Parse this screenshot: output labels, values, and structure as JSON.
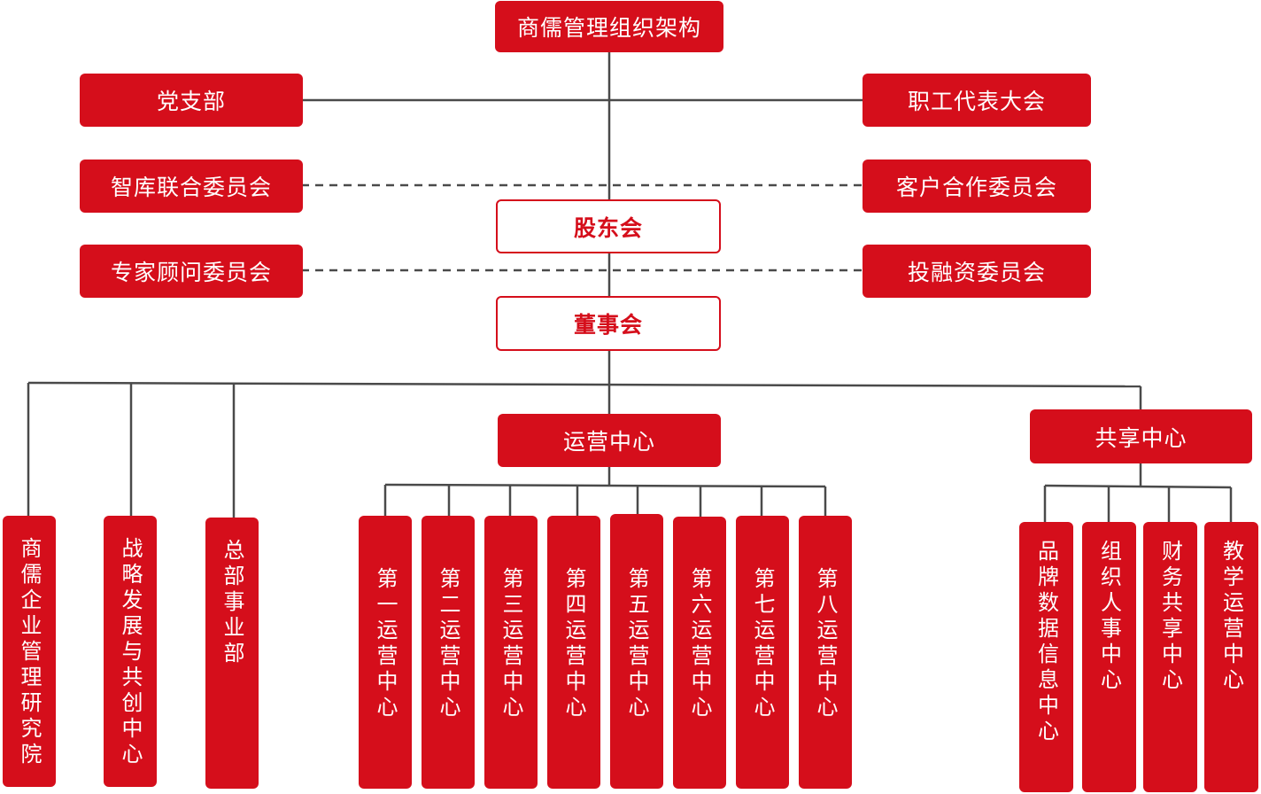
{
  "title": "商儒管理组织架构",
  "party_branch": "党支部",
  "staff_congress": "职工代表大会",
  "think_tank_committee": "智库联合委员会",
  "client_coop_committee": "客户合作委员会",
  "shareholders": "股东会",
  "expert_committee": "专家顾问委员会",
  "investment_committee": "投融资委员会",
  "board": "董事会",
  "ops_center": "运营中心",
  "shared_center": "共享中心",
  "left_units": [
    "商儒企业管理研究院",
    "战略发展与共创中心",
    "总部事业部"
  ],
  "ops_units": [
    "第一运营中心",
    "第二运营中心",
    "第三运营中心",
    "第四运营中心",
    "第五运营中心",
    "第六运营中心",
    "第七运营中心",
    "第八运营中心"
  ],
  "shared_units": [
    "品牌数据信息中心",
    "组织人事中心",
    "财务共享中心",
    "教学运营中心"
  ],
  "colors": {
    "accent": "#d50e1b",
    "line": "#4a4a4a"
  }
}
